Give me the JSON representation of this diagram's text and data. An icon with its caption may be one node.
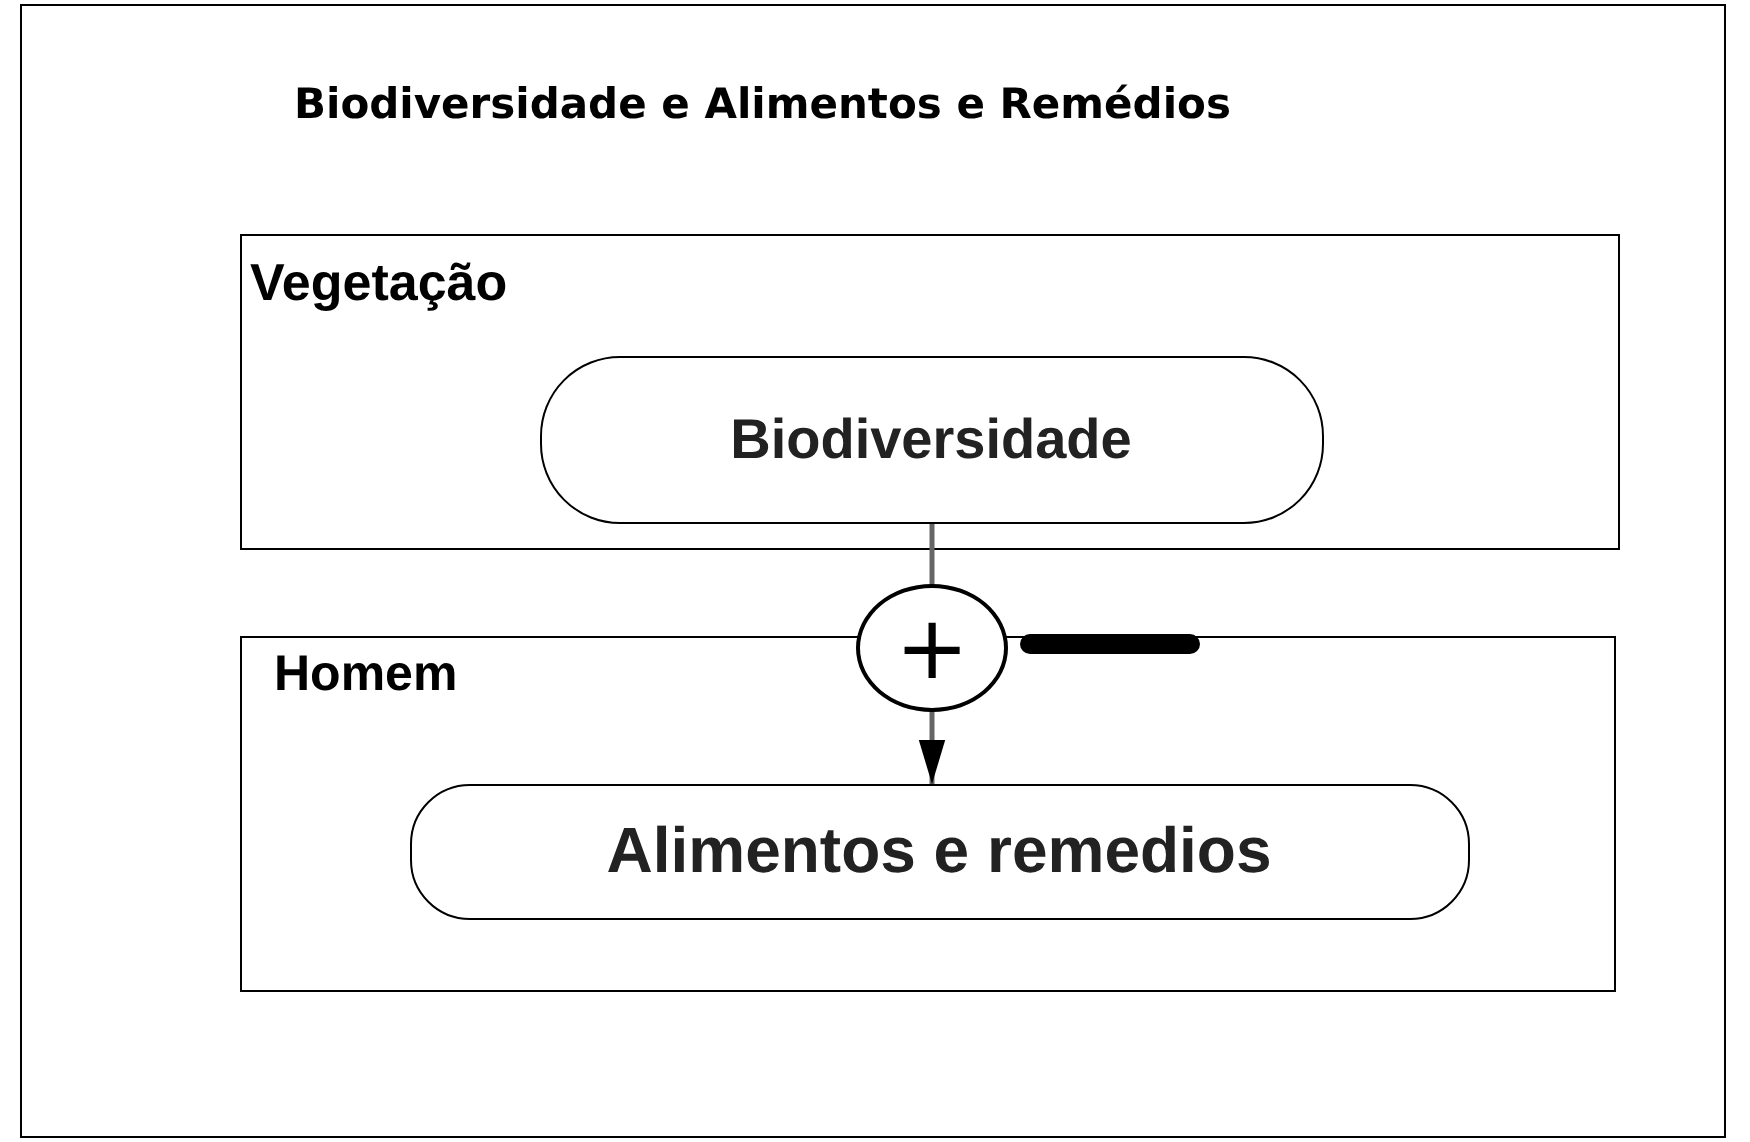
{
  "diagram": {
    "title": "Biodiversidade e Alimentos e Remédios",
    "nodes": [
      {
        "text": [
          "Vegetação"
        ]
      },
      {
        "text": [
          "Biodiversidade"
        ],
        "in": 0
      },
      {
        "text": [
          "Homem"
        ]
      },
      {
        "text": [
          "Alimentos e remedios"
        ],
        "in": 2
      }
    ],
    "edges": [
      {
        "from": 1,
        "to": 3,
        "arrow": "to",
        "label": "+"
      }
    ]
  }
}
